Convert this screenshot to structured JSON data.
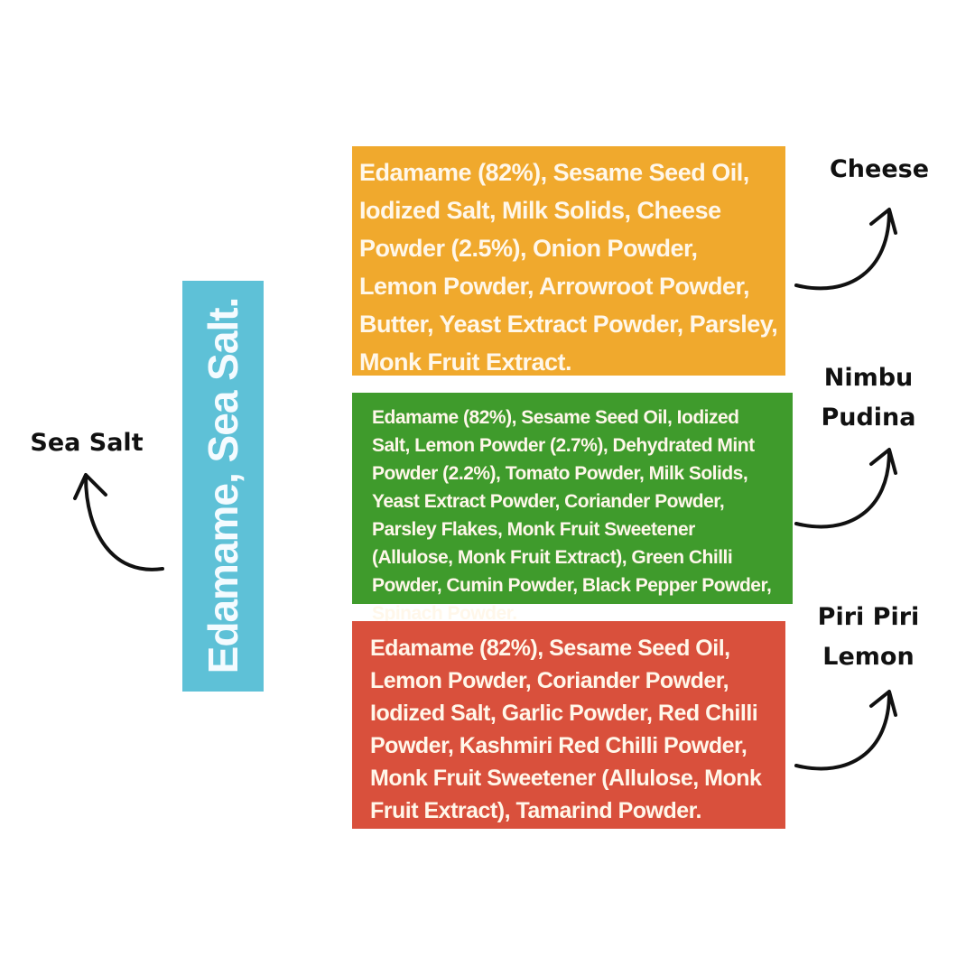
{
  "panels": {
    "cheese": {
      "text": "Edamame (82%), Sesame Seed Oil, Iodized Salt, Milk Solids, Cheese Powder (2.5%), Onion Powder, Lemon Powder, Arrowroot Powder, Butter, Yeast Extract Powder, Parsley, Monk Fruit Extract.",
      "color": "#f0a92d"
    },
    "nimbu_pudina": {
      "text": "Edamame (82%), Sesame Seed Oil, Iodized Salt, Lemon Powder (2.7%), Dehydrated Mint Powder (2.2%), Tomato Powder, Milk Solids, Yeast Extract Powder, Coriander Powder, Parsley Flakes, Monk Fruit Sweetener (Allulose, Monk Fruit Extract), Green Chilli Powder, Cumin Powder, Black Pepper Powder, Spinach Powder.",
      "color": "#3f9b2c"
    },
    "piri_piri_lemon": {
      "text": "Edamame (82%), Sesame Seed Oil, Lemon Powder, Coriander Powder, Iodized Salt, Garlic Powder, Red Chilli Powder, Kashmiri Red Chilli Powder, Monk Fruit Sweetener (Allulose, Monk Fruit Extract), Tamarind Powder.",
      "color": "#d9503c"
    },
    "sea_salt": {
      "text": "Edamame, Sea Salt.",
      "color": "#5ec1d7"
    }
  },
  "labels": {
    "cheese": "Cheese",
    "nimbu_line1": "Nimbu",
    "nimbu_line2": "Pudina",
    "piri_line1": "Piri Piri",
    "piri_line2": "Lemon",
    "sea_salt": "Sea Salt"
  },
  "icons": [
    "curved-arrow-icon"
  ]
}
